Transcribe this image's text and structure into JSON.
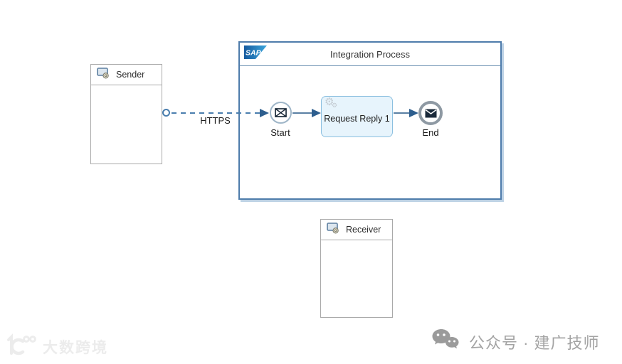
{
  "participants": {
    "sender": {
      "label": "Sender"
    },
    "receiver": {
      "label": "Receiver"
    }
  },
  "process": {
    "title": "Integration Process",
    "logo_text": "SAP",
    "nodes": {
      "start": {
        "label": "Start",
        "type": "message-start-event"
      },
      "activity": {
        "label": "Request Reply 1",
        "type": "request-reply"
      },
      "end": {
        "label": "End",
        "type": "message-end-event"
      }
    }
  },
  "connections": {
    "sender_to_start": {
      "label": "HTTPS",
      "style": "dashed"
    }
  },
  "watermarks": {
    "left_text": "大数跨境",
    "right_text": "公众号 · 建广技师"
  },
  "icons": {
    "sender_header": "computer-gear-icon",
    "receiver_header": "computer-gear-icon",
    "start": "envelope-outline-icon",
    "end": "envelope-filled-icon",
    "activity": "gears-icon",
    "left_watermark": "dashu-kuajing-logo",
    "right_watermark": "wechat-icon"
  },
  "colors": {
    "process_border": "#4e7cab",
    "process_shadow": "#bdd2e5",
    "participant_border": "#a9a9a9",
    "connection_blue": "#4a7eae",
    "connector_line": "#5a80a4",
    "arrow_head": "#2d5e8e",
    "activity_fill": "#e7f4fc",
    "activity_border": "#8cc0e0",
    "end_ring": "#8e99a3",
    "envelope": "#1b2a3a",
    "watermark_gray": "#a3a3a3",
    "watermark_light": "#ececec"
  }
}
